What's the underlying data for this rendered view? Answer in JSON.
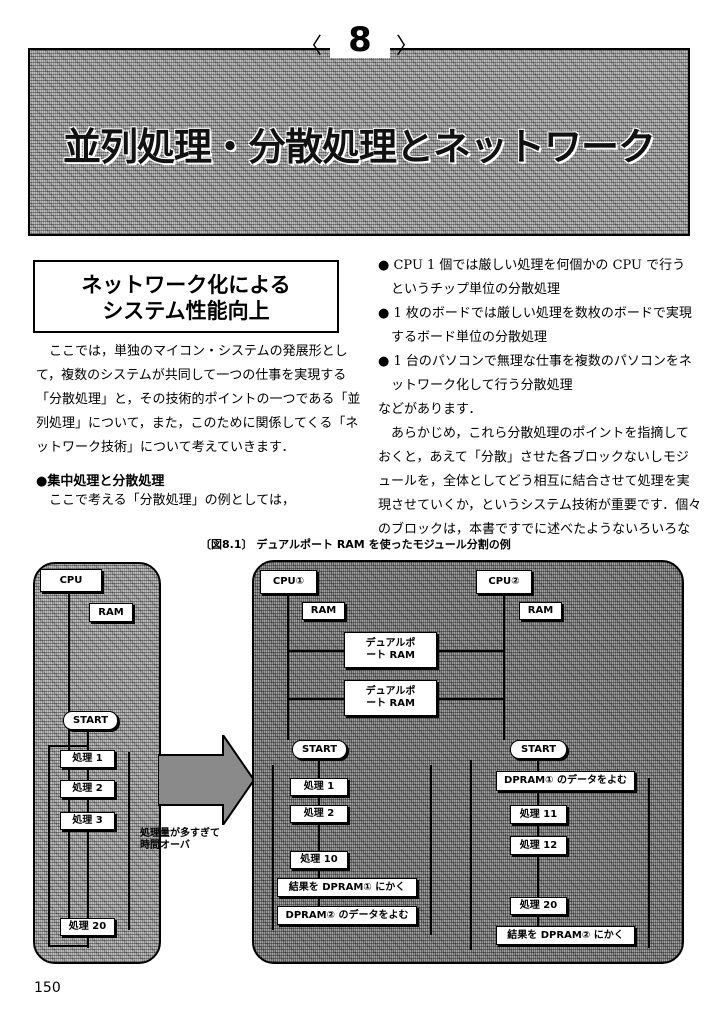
{
  "chapter": {
    "number": "8",
    "title": "並列処理・分散処理とネットワーク"
  },
  "section_box": {
    "line1": "ネットワーク化による",
    "line2": "システム性能向上"
  },
  "left_column": {
    "lines": [
      "　ここでは，単独のマイコン・システムの発展形とし",
      "て，複数のシステムが共同して一つの仕事を実現する",
      "「分散処理」と，その技術的ポイントの一つである「並",
      "列処理」について，また，このために関係してくる「ネ",
      "ットワーク技術」について考えていきます．"
    ],
    "heading": "●集中処理と分散処理",
    "after_heading": "　ここで考える「分散処理」の例としては，"
  },
  "right_column": {
    "lines": [
      "● CPU 1 個では厳しい処理を何個かの CPU で行う",
      "　というチップ単位の分散処理",
      "● 1 枚のボードでは厳しい処理を数枚のボードで実現",
      "　するボード単位の分散処理",
      "● 1 台のパソコンで無理な仕事を複数のパソコンをネ",
      "　ットワーク化して行う分散処理",
      "などがあります．",
      "　あらかじめ，これら分散処理のポイントを指摘して",
      "おくと，あえて「分散」させた各ブロックないしモジ",
      "ュールを，全体としてどう相互に結合させて処理を実",
      "現させていくか，というシステム技術が重要です．個々",
      "のブロックは，本書ですでに述べたようないろいろな"
    ]
  },
  "figure": {
    "caption": "〔図8.1〕 デュアルポート RAM を使ったモジュール分割の例",
    "left": {
      "cpu": "CPU",
      "ram": "RAM",
      "start": "START",
      "steps": [
        "処理 1",
        "処理 2",
        "処理 3",
        "処理 20"
      ],
      "note1": "処理量が多すぎて",
      "note2": "時間オーバ"
    },
    "right": {
      "cpu1": "CPU①",
      "cpu2": "CPU②",
      "ram1": "RAM",
      "ram2": "RAM",
      "dpram1": "デュアルポート RAM",
      "dpram2": "デュアルポート RAM",
      "start1": "START",
      "start2": "START",
      "a_steps": [
        "処理 1",
        "処理 2",
        "処理 10",
        "結果を DPRAM① にかく",
        "DPRAM② のデータをよむ"
      ],
      "b_steps": [
        "DPRAM① のデータをよむ",
        "処理 11",
        "処理 12",
        "処理 20",
        "結果を DPRAM② にかく"
      ]
    }
  },
  "page_number": "150"
}
